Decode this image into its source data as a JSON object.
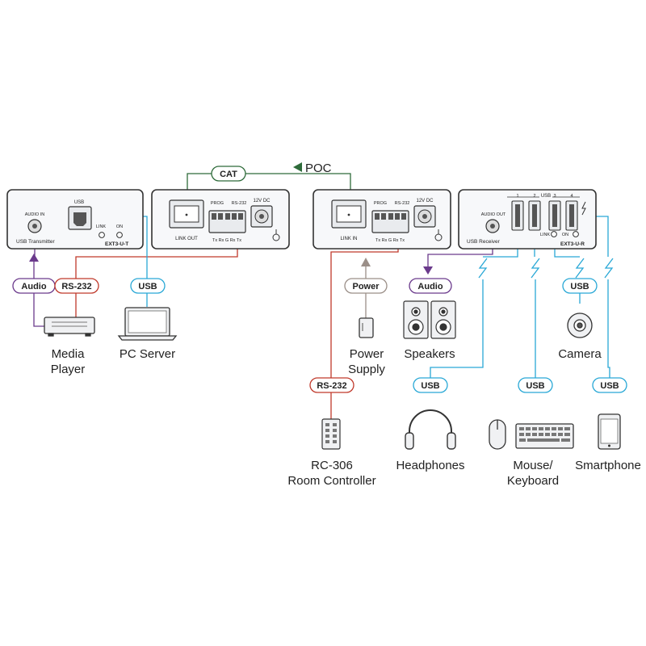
{
  "colors": {
    "cat": "#2e6b3a",
    "audio": "#6b3a8c",
    "rs232": "#c0392b",
    "usb": "#29a8d6",
    "power": "#9b8f88",
    "device": "#f0f1f3",
    "panel": "#f7f8fa",
    "outline": "#333333"
  },
  "link": {
    "cat_label": "CAT",
    "poc_label": "POC"
  },
  "transmitter": {
    "audio_in": "AUDIO IN",
    "usb": "USB",
    "link": "LINK",
    "on": "ON",
    "name": "USB Transmitter",
    "model": "EXT3-U-T",
    "prog": "PROG",
    "rs232": "RS-232",
    "dc": "12V DC",
    "link_out": "LINK OUT",
    "pins": "Tx Rx G Rx Tx"
  },
  "receiver": {
    "prog": "PROG",
    "rs232": "RS-232",
    "dc": "12V DC",
    "link_in": "LINK IN",
    "pins": "Tx Rx G Rx Tx",
    "audio_out": "AUDIO OUT",
    "usb": "USB",
    "ports": [
      "1",
      "2",
      "3",
      "4"
    ],
    "link": "LINK",
    "on": "ON",
    "name": "USB Receiver",
    "model": "EXT3-U-R"
  },
  "tags": {
    "audio_left": "Audio",
    "rs232_left": "RS-232",
    "usb_left": "USB",
    "power": "Power",
    "audio_right": "Audio",
    "usb_camera": "USB",
    "rs232_bottom": "RS-232",
    "usb_headphones": "USB",
    "usb_keyboard": "USB",
    "usb_smartphone": "USB"
  },
  "devices": {
    "media_player": "Media\nPlayer",
    "pc_server": "PC Server",
    "power_supply": "Power\nSupply",
    "speakers": "Speakers",
    "camera": "Camera",
    "room_controller": "RC-306\nRoom Controller",
    "headphones": "Headphones",
    "mouse_keyboard": "Mouse/\nKeyboard",
    "smartphone": "Smartphone"
  }
}
